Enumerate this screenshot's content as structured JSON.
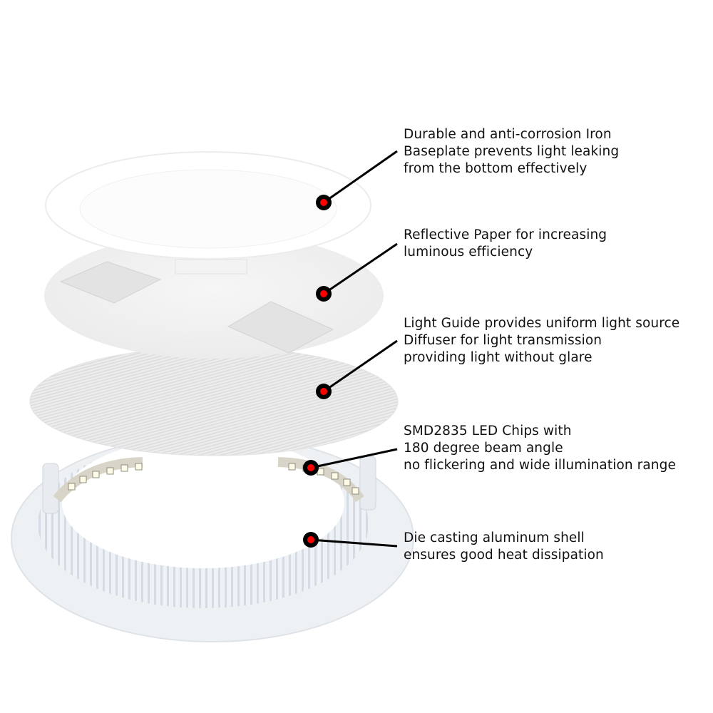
{
  "product": {
    "layers": [
      {
        "id": "baseplate",
        "name": "Iron Baseplate"
      },
      {
        "id": "reflective-paper",
        "name": "Reflective Paper"
      },
      {
        "id": "light-guide",
        "name": "Light Guide / Diffuser"
      },
      {
        "id": "led-chips",
        "name": "SMD2835 LED Chips"
      },
      {
        "id": "aluminum-shell",
        "name": "Die casting aluminum shell"
      }
    ]
  },
  "colors": {
    "marker_fill": "#ff0000",
    "marker_ring": "#000000",
    "leader_line": "#000000",
    "text": "#111111"
  },
  "callouts": [
    {
      "lines": [
        "Durable and anti-corrosion Iron",
        "Baseplate prevents light leaking",
        "from the bottom effectively"
      ],
      "marker": [
        454,
        284
      ],
      "line_end": [
        557,
        212
      ]
    },
    {
      "lines": [
        "Reflective Paper for increasing",
        "luminous efficiency"
      ],
      "marker": [
        454,
        412
      ],
      "line_end": [
        557,
        342
      ]
    },
    {
      "lines": [
        "Light Guide provides uniform light source",
        "Diffuser for light transmission",
        "providing light without glare"
      ],
      "marker": [
        454,
        549
      ],
      "line_end": [
        557,
        478
      ]
    },
    {
      "lines": [
        "SMD2835 LED Chips with",
        "180 degree beam angle",
        "no flickering and wide illumination range"
      ],
      "marker": [
        436,
        656
      ],
      "line_end": [
        557,
        630
      ]
    },
    {
      "lines": [
        "Die casting aluminum shell",
        "ensures good heat dissipation"
      ],
      "marker": [
        436,
        757
      ],
      "line_end": [
        557,
        766
      ]
    }
  ]
}
